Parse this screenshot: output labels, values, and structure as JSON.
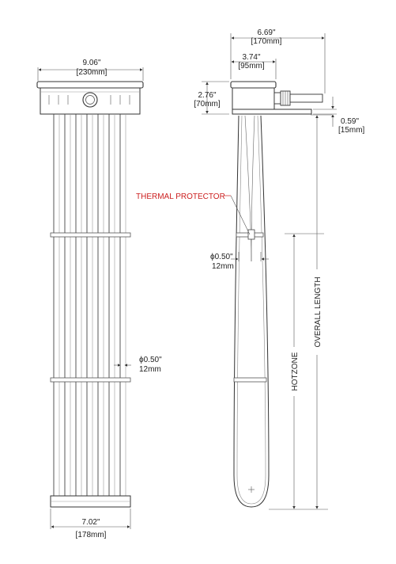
{
  "front_view": {
    "top_width": {
      "inch": "9.06\"",
      "mm": "[230mm]"
    },
    "element_diameter": {
      "inch": "ϕ0.50\"",
      "mm": "12mm"
    },
    "bottom_width": {
      "inch": "7.02\"",
      "mm": "[178mm]"
    }
  },
  "side_view": {
    "overall_width": {
      "inch": "6.69\"",
      "mm": "[170mm]"
    },
    "head_width": {
      "inch": "3.74\"",
      "mm": "[95mm]"
    },
    "head_height": {
      "inch": "2.76\"",
      "mm": "[70mm]"
    },
    "flange_offset": {
      "inch": "0.59\"",
      "mm": "[15mm]"
    },
    "thermal_protector": "THERMAL PROTECTOR",
    "element_diameter": {
      "inch": "ϕ0.50\"",
      "mm": "12mm"
    },
    "overall_length": "OVERALL LENGTH",
    "hotzone": "HOTZONE"
  },
  "colors": {
    "line": "#333333",
    "annotation": "#cc1f1f",
    "background": "#ffffff"
  }
}
